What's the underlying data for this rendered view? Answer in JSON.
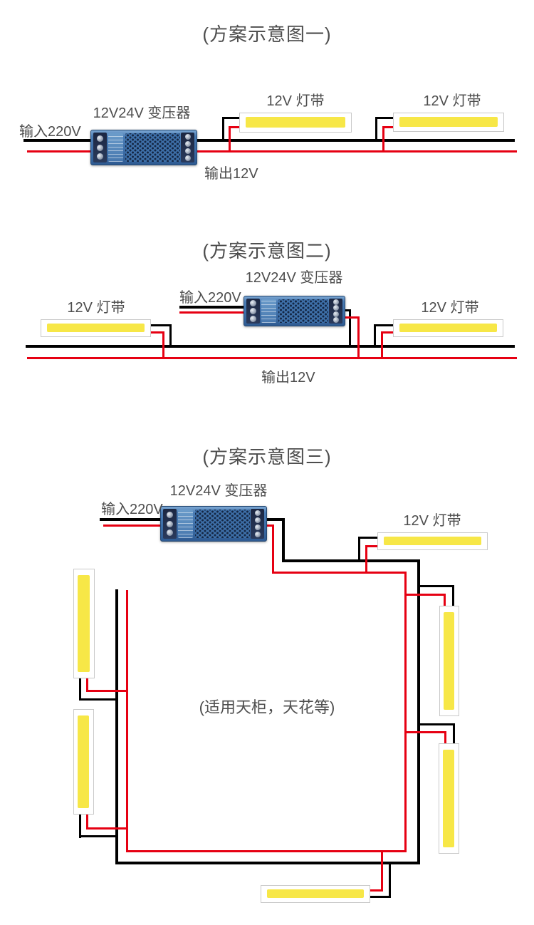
{
  "colors": {
    "wire_black": "#000000",
    "wire_red": "#e60012",
    "strip_yellow": "#f7e747",
    "strip_border": "#c9c9c9",
    "label_gray": "#4d4d4d",
    "transformer_blue": "#3e70a9"
  },
  "scheme1": {
    "title": "(方案示意图一)",
    "transformer_label": "12V24V 变压器",
    "input_label": "输入220V",
    "output_label": "输出12V",
    "strip_labels": [
      "12V 灯带",
      "12V 灯带"
    ]
  },
  "scheme2": {
    "title": "(方案示意图二)",
    "transformer_label": "12V24V 变压器",
    "input_label": "输入220V",
    "output_label": "输出12V",
    "strip_labels": [
      "12V 灯带",
      "12V 灯带"
    ]
  },
  "scheme3": {
    "title": "(方案示意图三)",
    "transformer_label": "12V24V 变压器",
    "input_label": "输入220V",
    "strip_label": "12V 灯带",
    "note": "(适用天柜，天花等)"
  }
}
